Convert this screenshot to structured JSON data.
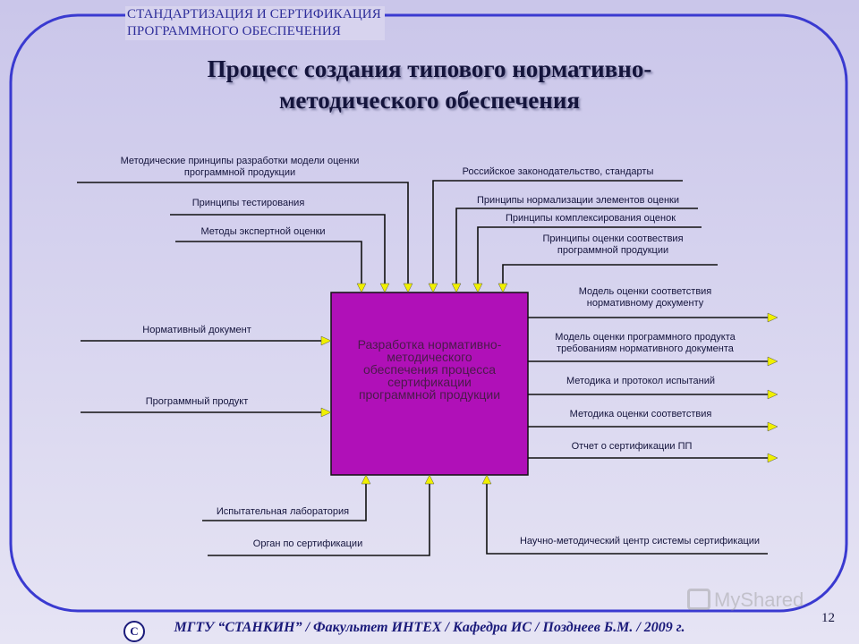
{
  "header": {
    "line1": "СТАНДАРТИЗАЦИЯ И СЕРТИФИКАЦИЯ",
    "line2": "ПРОГРАММНОГО ОБЕСПЕЧЕНИЯ"
  },
  "title": {
    "line1": "Процесс создания типового нормативно-",
    "line2": "методического обеспечения"
  },
  "process_box": {
    "lines": [
      "Разработка нормативно-",
      "методического",
      "обеспечения процесса",
      "сертификации",
      "программной продукции"
    ],
    "fill": "#b010b8"
  },
  "controls": [
    {
      "line1": "Методические принципы разработки модели оценки",
      "line2": "программной продукции"
    },
    {
      "line1": "Принципы тестирования",
      "line2": ""
    },
    {
      "line1": "Методы экспертной оценки",
      "line2": ""
    },
    {
      "line1": "Российское законодательство, стандарты",
      "line2": ""
    },
    {
      "line1": "Принципы нормализации элементов оценки",
      "line2": ""
    },
    {
      "line1": "Принципы комплексирования оценок",
      "line2": ""
    },
    {
      "line1": "Принципы оценки соотвествия",
      "line2": "программной продукции"
    }
  ],
  "inputs": [
    {
      "label": "Нормативный документ"
    },
    {
      "label": "Программный продукт"
    }
  ],
  "outputs": [
    {
      "line1": "Модель оценки соответствия",
      "line2": "нормативному документу"
    },
    {
      "line1": "Модель оценки программного продукта",
      "line2": "требованиям нормативного документа"
    },
    {
      "line1": "Методика и протокол испытаний",
      "line2": ""
    },
    {
      "line1": "Методика оценки соответствия",
      "line2": ""
    },
    {
      "line1": "Отчет о сертификации ПП",
      "line2": ""
    }
  ],
  "mechanisms": [
    {
      "label": "Испытательная лаборатория"
    },
    {
      "label": "Орган по сертификации"
    },
    {
      "label": "Научно-методический центр системы сертификации"
    }
  ],
  "footer": {
    "copyright": "С",
    "text": "МГТУ “СТАНКИН” / Факультет ИНТЕХ / Кафедра ИС / Позднеев Б.М. / 2009 г."
  },
  "page_number": "12",
  "watermark": "MyShared",
  "colors": {
    "background": "#d7d3ee",
    "frame": "#3a3ad0",
    "arrowhead": "#f0f000",
    "box": "#b010b8"
  }
}
